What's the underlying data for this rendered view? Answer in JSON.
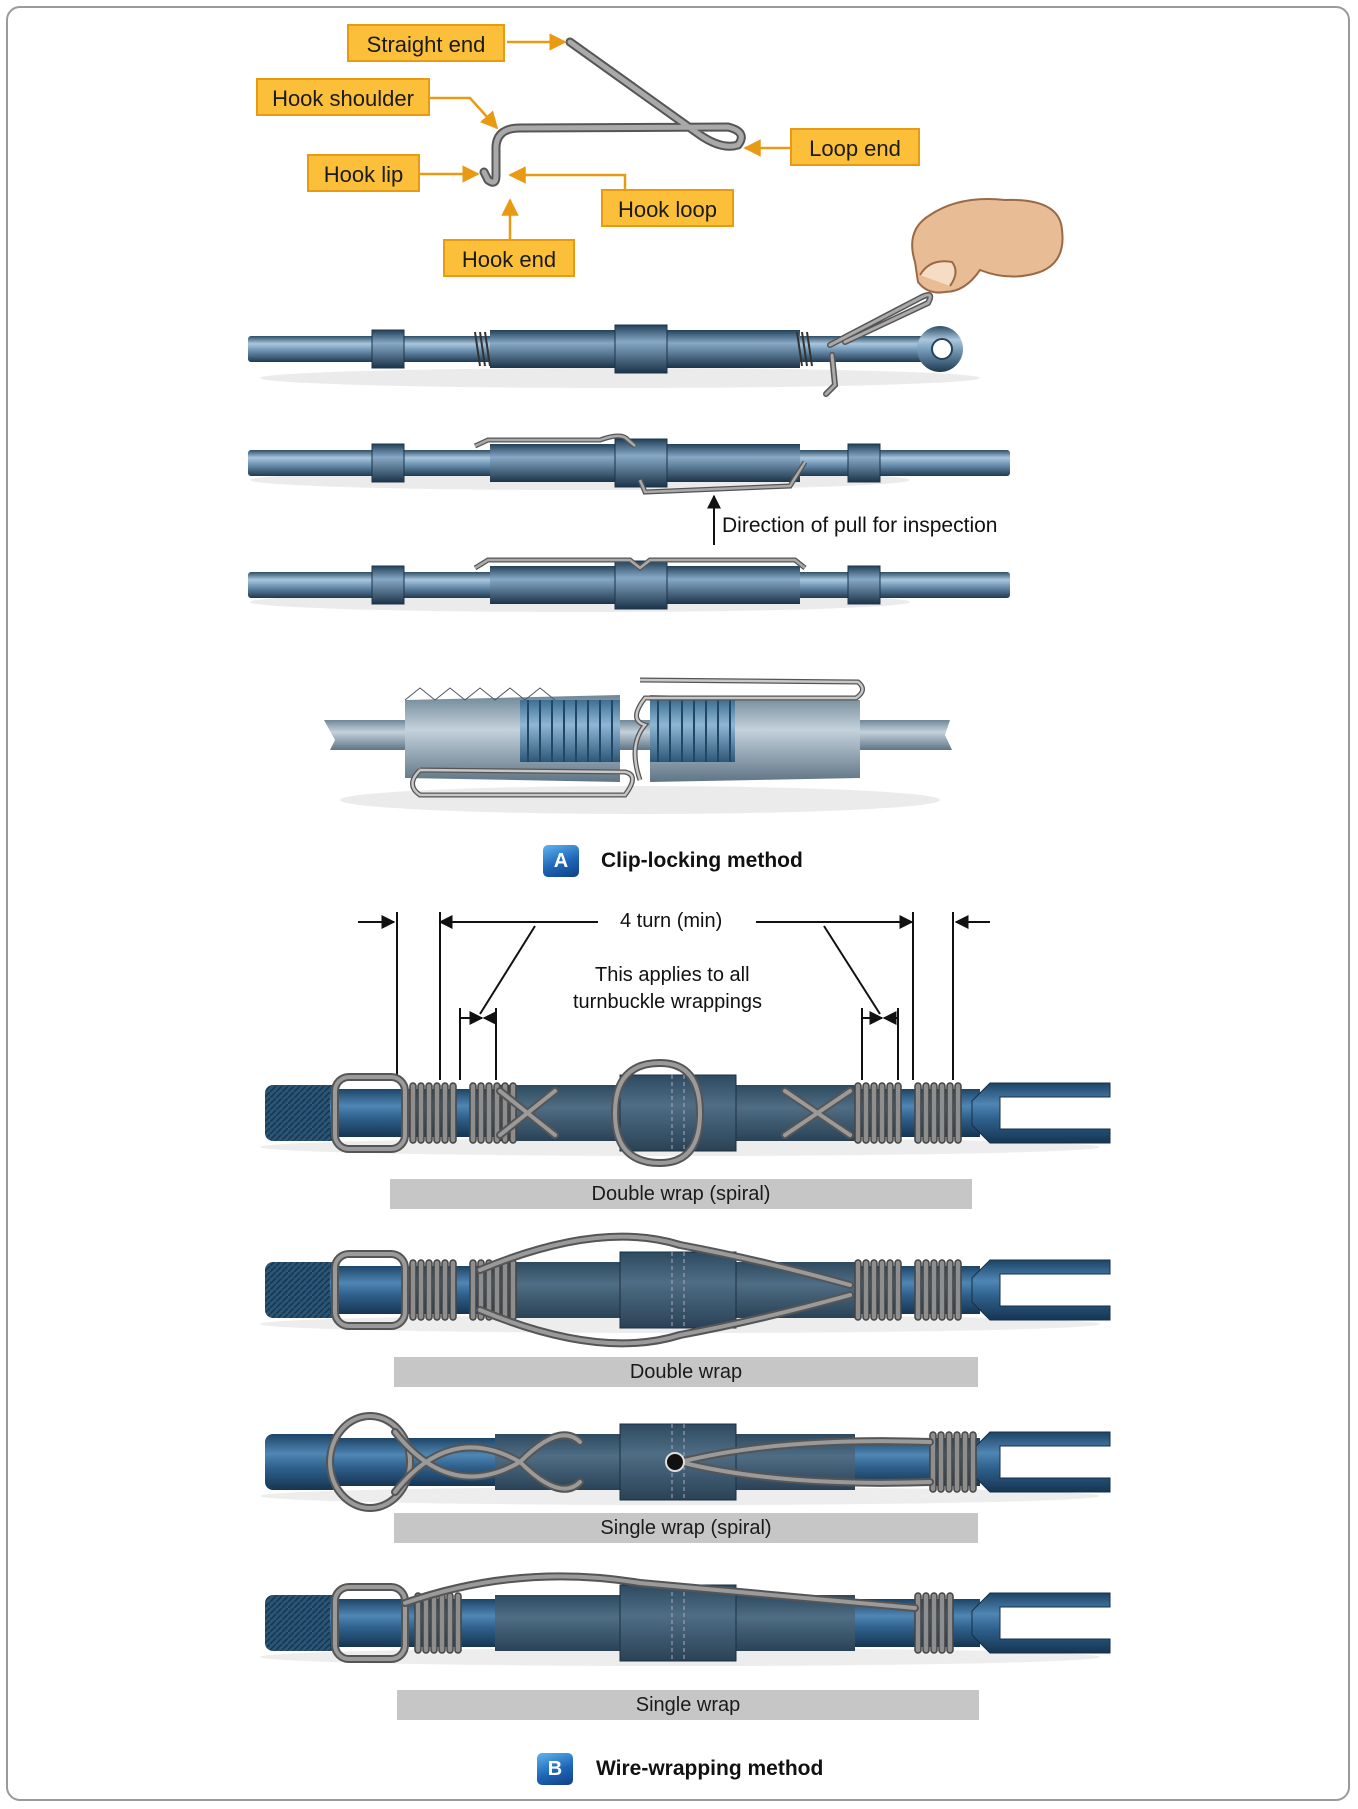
{
  "clip_parts": {
    "straight_end": "Straight end",
    "hook_shoulder": "Hook shoulder",
    "loop_end": "Loop end",
    "hook_lip": "Hook lip",
    "hook_loop": "Hook loop",
    "hook_end": "Hook end"
  },
  "inspection_label": "Direction of pull for inspection",
  "panel_a": {
    "badge": "A",
    "title": "Clip-locking method"
  },
  "turns_label": "4 turn (min)",
  "note": {
    "line1": "This applies to all",
    "line2": "turnbuckle wrappings"
  },
  "wraps": [
    {
      "label": "Double wrap (spiral)"
    },
    {
      "label": "Double wrap"
    },
    {
      "label": "Single wrap (spiral)"
    },
    {
      "label": "Single wrap"
    }
  ],
  "panel_b": {
    "badge": "B",
    "title": "Wire-wrapping method"
  },
  "colors": {
    "callout_fill": "#fbbf3a",
    "callout_border": "#e89a12",
    "steel": "#5a7d98",
    "badge": "#1e66b8"
  }
}
